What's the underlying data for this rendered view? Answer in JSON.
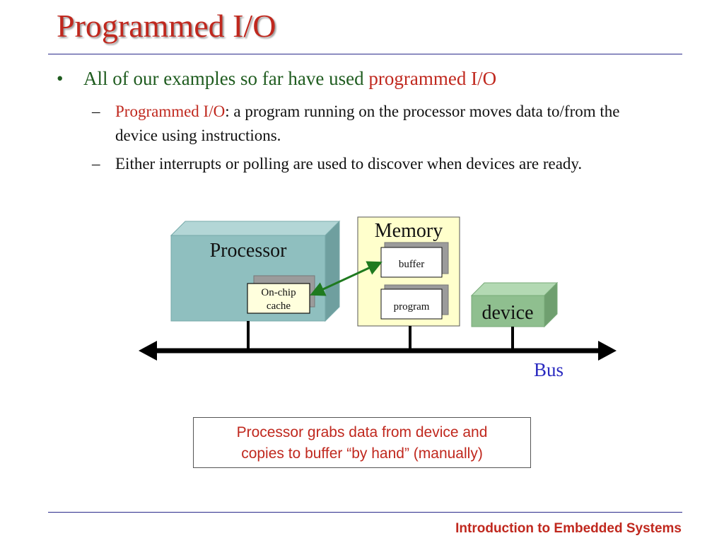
{
  "slide": {
    "title": "Programmed I/O",
    "bullet": {
      "marker": "•",
      "text": "All of our examples so far have used ",
      "highlight": "programmed I/O"
    },
    "subbullets": [
      {
        "marker": "–",
        "highlight": "Programmed I/O",
        "text": ": a program running on the processor moves data to/from the device using instructions."
      },
      {
        "marker": "–",
        "text": "Either interrupts or polling are used to discover when devices are ready."
      }
    ]
  },
  "diagram": {
    "processor_label": "Processor",
    "cache_label_line1": "On-chip",
    "cache_label_line2": "cache",
    "memory_label": "Memory",
    "buffer_label": "buffer",
    "program_label": "program",
    "device_label": "device",
    "bus_label": "Bus"
  },
  "callout": {
    "line1": "Processor grabs data from device and",
    "line2": "copies to buffer “by hand” (manually)"
  },
  "footer": "Introduction to Embedded Systems",
  "colors": {
    "title": "#c0281e",
    "bullet_text": "#1f5c1f",
    "processor": "#8fbfbf",
    "memory": "#ffffcc",
    "device": "#8fbf8f",
    "arrow": "#2a8a2a",
    "bus_label": "#2a2ac0"
  }
}
